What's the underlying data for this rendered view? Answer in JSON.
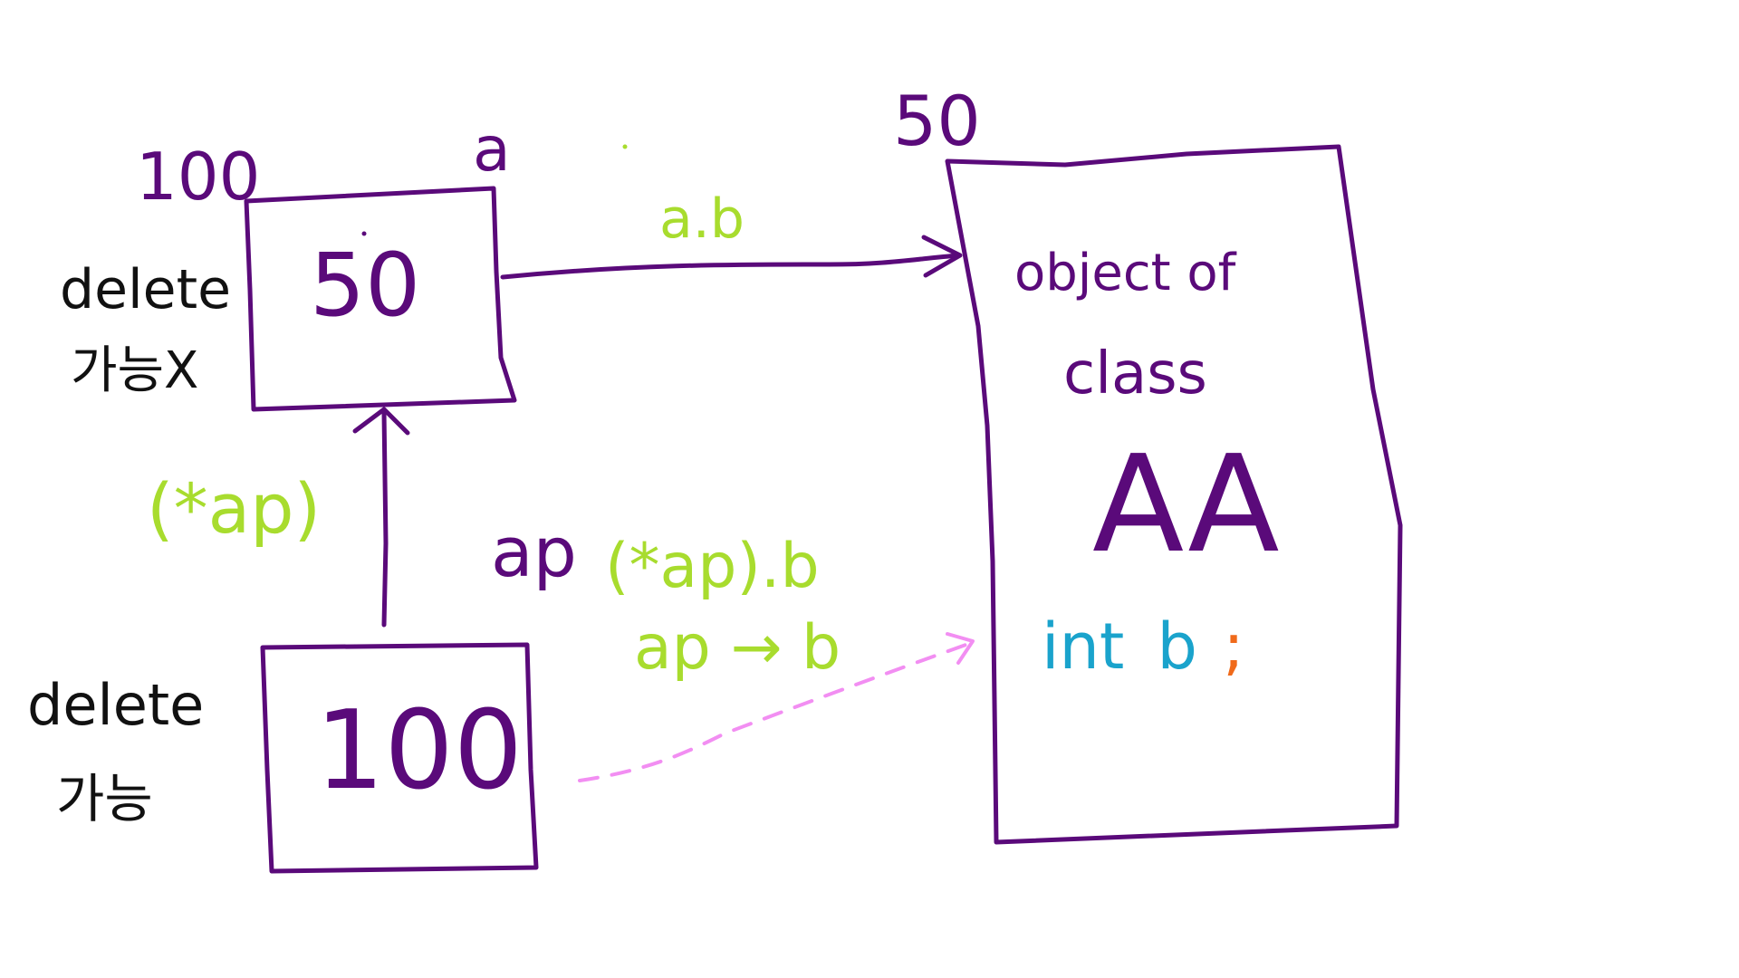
{
  "colors": {
    "purple": "#5a0a7a",
    "green": "#a8dc2e",
    "blue": "#1aa3cc",
    "pink": "#f28ef2",
    "orange": "#f06a1a",
    "black": "#111111",
    "background": "#ffffff"
  },
  "box_a": {
    "address": "100",
    "name": "a",
    "value": "50",
    "note_line1": "delete",
    "note_line2": "가능X",
    "deref_label": "(*ap)"
  },
  "box_ap": {
    "value": "100",
    "name": "ap",
    "note_line1": "delete",
    "note_line2": "가능"
  },
  "object": {
    "address": "50",
    "line1": "object of",
    "line2": "class",
    "class_name": "AA",
    "member_type": "int",
    "member_name": "b",
    "member_semicolon": ";"
  },
  "arrows": {
    "a_to_object_label": "a.b",
    "ap_access_line1": "(*ap).b",
    "ap_access_line2": "ap → b"
  }
}
